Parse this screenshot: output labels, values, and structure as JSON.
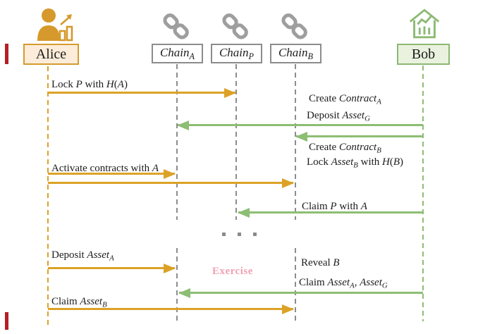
{
  "actors": {
    "alice": {
      "label": "Alice"
    },
    "chain_a": {
      "label": [
        {
          "t": "Chain",
          "i": true
        },
        {
          "t": "A",
          "sub": true
        }
      ]
    },
    "chain_p": {
      "label": [
        {
          "t": "Chain",
          "i": true
        },
        {
          "t": "P",
          "sub": true
        }
      ]
    },
    "chain_b": {
      "label": [
        {
          "t": "Chain",
          "i": true
        },
        {
          "t": "B",
          "sub": true
        }
      ]
    },
    "bob": {
      "label": "Bob"
    }
  },
  "messages": {
    "lock_p": [
      {
        "t": "Lock "
      },
      {
        "t": "P",
        "i": true
      },
      {
        "t": " with "
      },
      {
        "t": "H",
        "i": true
      },
      {
        "t": "("
      },
      {
        "t": "A",
        "i": true
      },
      {
        "t": ")"
      }
    ],
    "create_contract_a": [
      {
        "t": "Create "
      },
      {
        "t": "Contract",
        "i": true
      },
      {
        "t": "A",
        "sub": true
      }
    ],
    "deposit_asset_g": [
      {
        "t": "Deposit "
      },
      {
        "t": "Asset",
        "i": true
      },
      {
        "t": "G",
        "sub": true
      }
    ],
    "create_contract_b": [
      {
        "t": "Create "
      },
      {
        "t": "Contract",
        "i": true
      },
      {
        "t": "B",
        "sub": true
      }
    ],
    "lock_asset_b": [
      {
        "t": "Lock "
      },
      {
        "t": "Asset",
        "i": true
      },
      {
        "t": "B",
        "sub": true
      },
      {
        "t": " with "
      },
      {
        "t": "H",
        "i": true
      },
      {
        "t": "("
      },
      {
        "t": "B",
        "i": true
      },
      {
        "t": ")"
      }
    ],
    "activate_contracts": [
      {
        "t": "Activate contracts with "
      },
      {
        "t": "A",
        "i": true
      }
    ],
    "claim_p": [
      {
        "t": "Claim "
      },
      {
        "t": "P",
        "i": true
      },
      {
        "t": " with "
      },
      {
        "t": "A",
        "i": true
      }
    ],
    "deposit_asset_a": [
      {
        "t": "Deposit "
      },
      {
        "t": "Asset",
        "i": true
      },
      {
        "t": "A",
        "sub": true
      }
    ],
    "exercise": "Exercise",
    "reveal_b": [
      {
        "t": "Reveal "
      },
      {
        "t": "B",
        "i": true
      }
    ],
    "claim_assets_ag": [
      {
        "t": "Claim "
      },
      {
        "t": "Asset",
        "i": true
      },
      {
        "t": "A",
        "sub": true
      },
      {
        "t": ", "
      },
      {
        "t": "Asset",
        "i": true
      },
      {
        "t": "G",
        "sub": true
      }
    ],
    "claim_asset_b": [
      {
        "t": "Claim "
      },
      {
        "t": "Asset",
        "i": true
      },
      {
        "t": "B",
        "sub": true
      }
    ]
  },
  "ellipsis": "...",
  "colors": {
    "orange": "#dca227",
    "green": "#8cbe73",
    "gray": "#8c8c8c",
    "pink": "#f2a0b0",
    "alice_fill": "#fcecd9",
    "bob_fill": "#e9f2de",
    "red_mark": "#b42025"
  }
}
